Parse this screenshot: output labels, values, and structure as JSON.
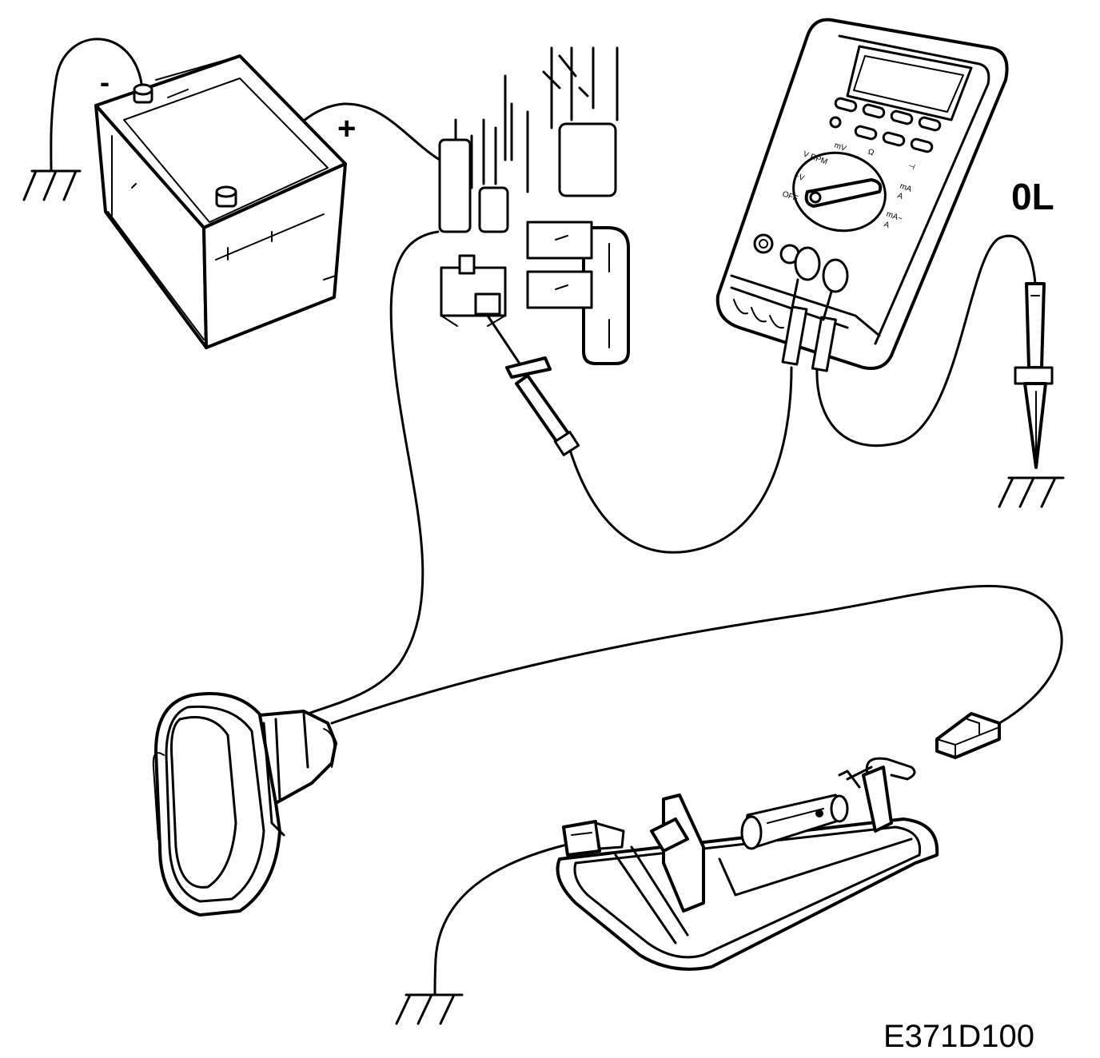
{
  "battery": {
    "neg_label": "-",
    "pos_label": "+"
  },
  "multimeter": {
    "reading": "0L",
    "dial_labels": {
      "v_rpm": "V RPM",
      "mv": "mV",
      "ohm": "Ω",
      "v_ac": "~V",
      "off": "OFF",
      "diode": "⊣",
      "ma_dc": "mA",
      "a_dc": "A",
      "ma_ac": "mA~",
      "a_ac": "A"
    }
  },
  "figure_code": "E371D100"
}
